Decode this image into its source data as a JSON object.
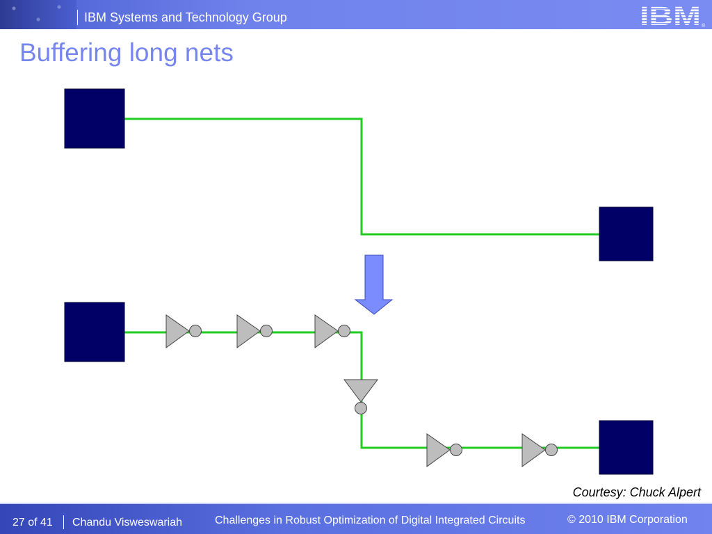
{
  "header": {
    "group_name": "IBM Systems and Technology Group",
    "logo_text": "IBM",
    "logo_mark": "®"
  },
  "slide": {
    "title": "Buffering long nets",
    "courtesy": "Courtesy: Chuck Alpert"
  },
  "footer": {
    "page": "27 of 41",
    "author": "Chandu Visweswariah",
    "talk_title": "Challenges in Robust Optimization of Digital Integrated Circuits",
    "copyright": "© 2010 IBM Corporation"
  },
  "colors": {
    "wire": "#22cc22",
    "block": "#000066",
    "buffer": "#bdbdbd",
    "arrow": "#7a8cff",
    "accent": "#7686ee"
  },
  "diagram": {
    "top_net": {
      "pins": [
        "source-block",
        "sink-block"
      ],
      "buffers": 0
    },
    "bottom_net": {
      "pins": [
        "source-block",
        "sink-block"
      ],
      "buffers": 6
    },
    "transform": "arrow-down"
  }
}
